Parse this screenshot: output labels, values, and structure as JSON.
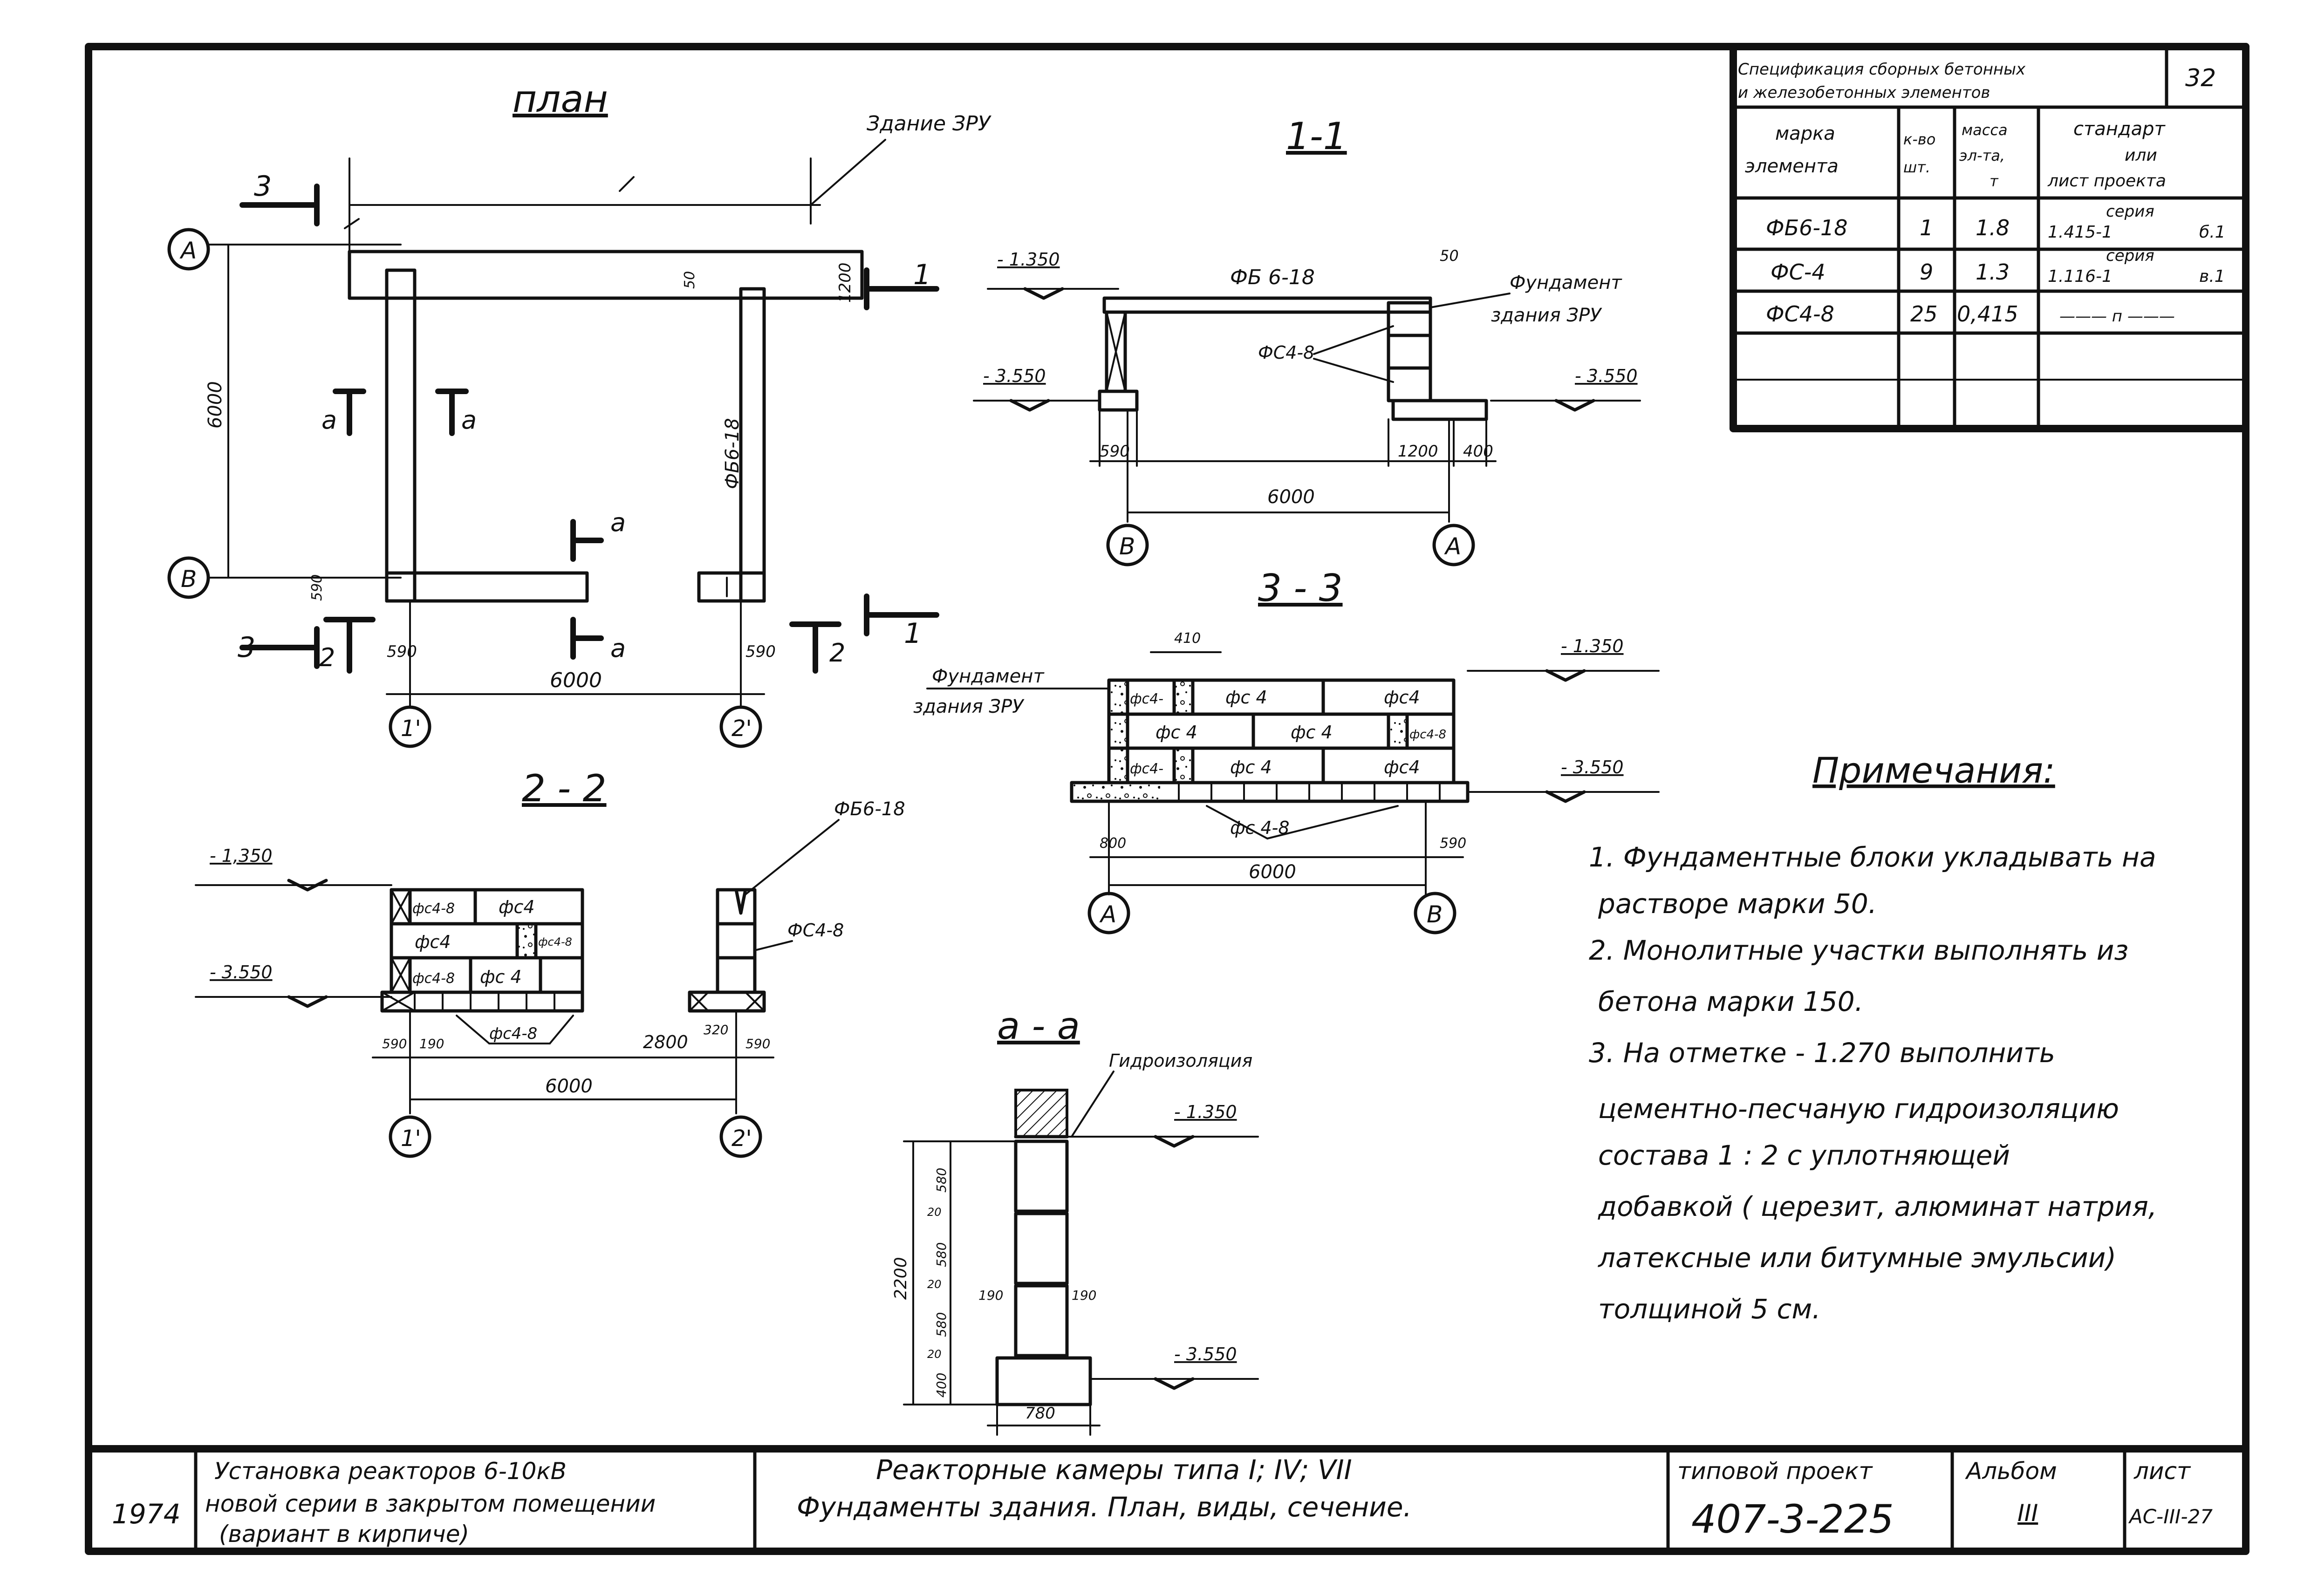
{
  "plan": {
    "title": "план",
    "building_label": "Здание ЗРУ",
    "axis_A": "А",
    "axis_B": "В",
    "axis_1": "1'",
    "axis_2": "2'",
    "dim_6000_v": "6000",
    "dim_6000_h": "6000",
    "dim_590_l": "590",
    "dim_590_r": "590",
    "dim_1200": "1200",
    "dim_50": "50",
    "dim_590_side": "590",
    "beam_label": "ФБ6-18",
    "cut_3": "3",
    "cut_3b": "3",
    "cut_1": "1",
    "cut_1b": "1",
    "cut_2": "2",
    "cut_2b": "2",
    "cut_a1": "а",
    "cut_a2": "а",
    "cut_a3": "а",
    "cut_a4": "а"
  },
  "section_11": {
    "title": "1-1",
    "elev_top": "- 1.350",
    "elev_bot_l": "- 3.550",
    "elev_bot_r": "- 3.550",
    "beam_label": "ФБ 6-18",
    "block_label": "ФС4-8",
    "foundation_label_1": "Фундамент",
    "foundation_label_2": "здания ЗРУ",
    "dim_50": "50",
    "dim_590": "590",
    "dim_1200": "1200",
    "dim_400": "400",
    "dim_6000": "6000",
    "axis_B": "В",
    "axis_A": "А"
  },
  "section_33": {
    "title": "3 - 3",
    "elev_top": "- 1.350",
    "elev_bot": "- 3.550",
    "foundation_label_1": "Фундамент",
    "foundation_label_2": "здания ЗРУ",
    "dim_410": "410",
    "dim_800": "800",
    "dim_590": "590",
    "dim_6000": "6000",
    "blocks": [
      "фс4-",
      "фс 4",
      "фс4",
      "фс 4",
      "фс 4",
      "фс4-8",
      "фс4-",
      "фс 4",
      "фс4"
    ],
    "bottom_label": "фс 4-8",
    "axis_A": "А",
    "axis_B": "В"
  },
  "section_22": {
    "title": "2 - 2",
    "elev_top": "- 1,350",
    "elev_bot": "- 3.550",
    "beam_label": "ФБ6-18",
    "block_label": "ФС4-8",
    "blocks": [
      "фс4-8",
      "фс4",
      "фс4",
      "фс4-8",
      "фс4-8",
      "фс 4"
    ],
    "bottom_label": "фс4-8",
    "dim_590_l": "590",
    "dim_190": "190",
    "dim_2800": "2800",
    "dim_320": "320",
    "dim_590_r": "590",
    "dim_6000": "6000",
    "axis_1": "1'",
    "axis_2": "2'"
  },
  "section_aa": {
    "title": "а - а",
    "insulation_label": "Гидроизоляция",
    "elev_top": "- 1.350",
    "elev_bot": "- 3.550",
    "dims_v": [
      "580",
      "20",
      "580",
      "20",
      "580",
      "20",
      "400"
    ],
    "dim_2200": "2200",
    "dim_190_l": "190",
    "dim_190_r": "190",
    "dim_780": "780"
  },
  "spec": {
    "number": "32",
    "title_1": "Спецификация сборных бетонных",
    "title_2": "и железобетонных элементов",
    "headers": [
      "марка элемента",
      "к-во шт.",
      "масса эл-та, т",
      "стандарт или лист проекта"
    ],
    "header_lines": {
      "c1": [
        "марка",
        "элемента"
      ],
      "c2": [
        "к-во",
        "шт."
      ],
      "c3": [
        "масса",
        "эл-та,",
        "т"
      ],
      "c4": [
        "стандарт",
        "или",
        "лист проекта"
      ]
    },
    "rows": [
      {
        "mark": "ФБ6-18",
        "qty": "1",
        "mass": "1.8",
        "std_1": "серия",
        "std_2": "1.415-1",
        "std_3": "б.1"
      },
      {
        "mark": "ФС-4",
        "qty": "9",
        "mass": "1.3",
        "std_1": "серия",
        "std_2": "1.116-1",
        "std_3": "в.1"
      },
      {
        "mark": "ФС4-8",
        "qty": "25",
        "mass": "0,415",
        "std_1": "",
        "std_2": "——— п ———",
        "std_3": ""
      }
    ]
  },
  "notes": {
    "title": "Примечания:",
    "lines": [
      "1. Фундаментные блоки укладывать на",
      "растворе марки 50.",
      "2. Монолитные участки выполнять из",
      "бетона марки 150.",
      "3. На отметке - 1.270 выполнить",
      "цементно-песчаную гидроизоляцию",
      "состава   1 : 2   с уплотняющей",
      "добавкой ( церезит, алюминат натрия,",
      "латексные или битумные эмульсии)",
      "толщиной  5 см."
    ]
  },
  "title_block": {
    "year": "1974",
    "desc_1": "Установка реакторов 6-10кВ",
    "desc_2": "новой серии в закрытом помещении",
    "desc_3": "(вариант   в кирпиче)",
    "main_1": "Реакторные камеры  типа I; IV; VII",
    "main_2": "Фундаменты  здания.  План, виды, сечение.",
    "project_label": "типовой проект",
    "project_no": "407-3-225",
    "album_label": "Альбом",
    "album_no": "III",
    "sheet_label": "лист",
    "sheet_no": "АС-III-27"
  }
}
